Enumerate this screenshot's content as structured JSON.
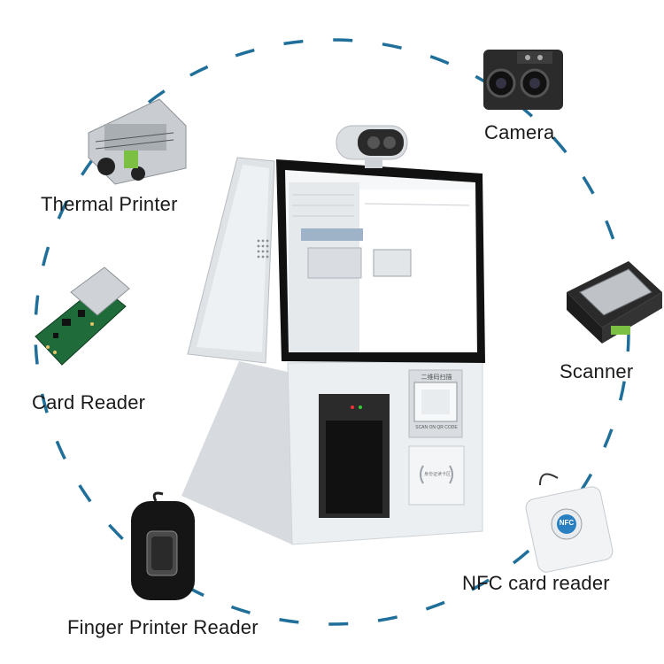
{
  "labels": {
    "camera": "Camera",
    "thermal_printer": "Thermal Printer",
    "scanner": "Scanner",
    "card_reader": "Card Reader",
    "nfc_reader": "NFC card reader",
    "finger_reader": "Finger Printer Reader"
  },
  "device_text": {
    "scan_panel_top": "二维码扫描",
    "scan_panel_bottom": "SCAN ON QR CODE",
    "nfc_pad_text": "身份证读卡区",
    "nfc_badge": "NFC"
  },
  "colors": {
    "dash_ring": "#1f6f9a",
    "kiosk_body": "#e9ecef",
    "screen_bezel": "#111111",
    "printer_green": "#7bc043",
    "pcb_green": "#1f6b3a"
  }
}
